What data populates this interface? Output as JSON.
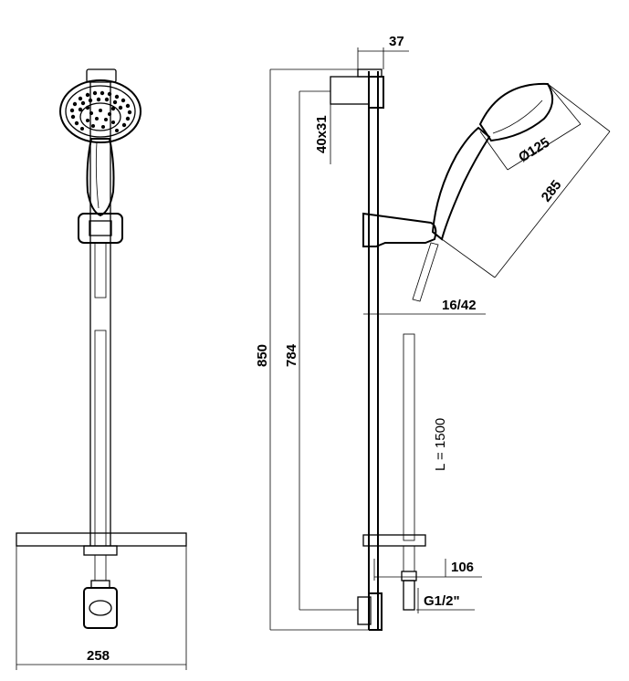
{
  "drawing": {
    "dims": {
      "width_258": "258",
      "top_37": "37",
      "bracket_40x31": "40x31",
      "height_850": "850",
      "height_784": "784",
      "diameter_125": "Ø125",
      "length_285": "285",
      "rail_16_42": "16/42",
      "hose_length": "L = 1500",
      "offset_106": "106",
      "thread_g12": "G1/2\""
    }
  }
}
